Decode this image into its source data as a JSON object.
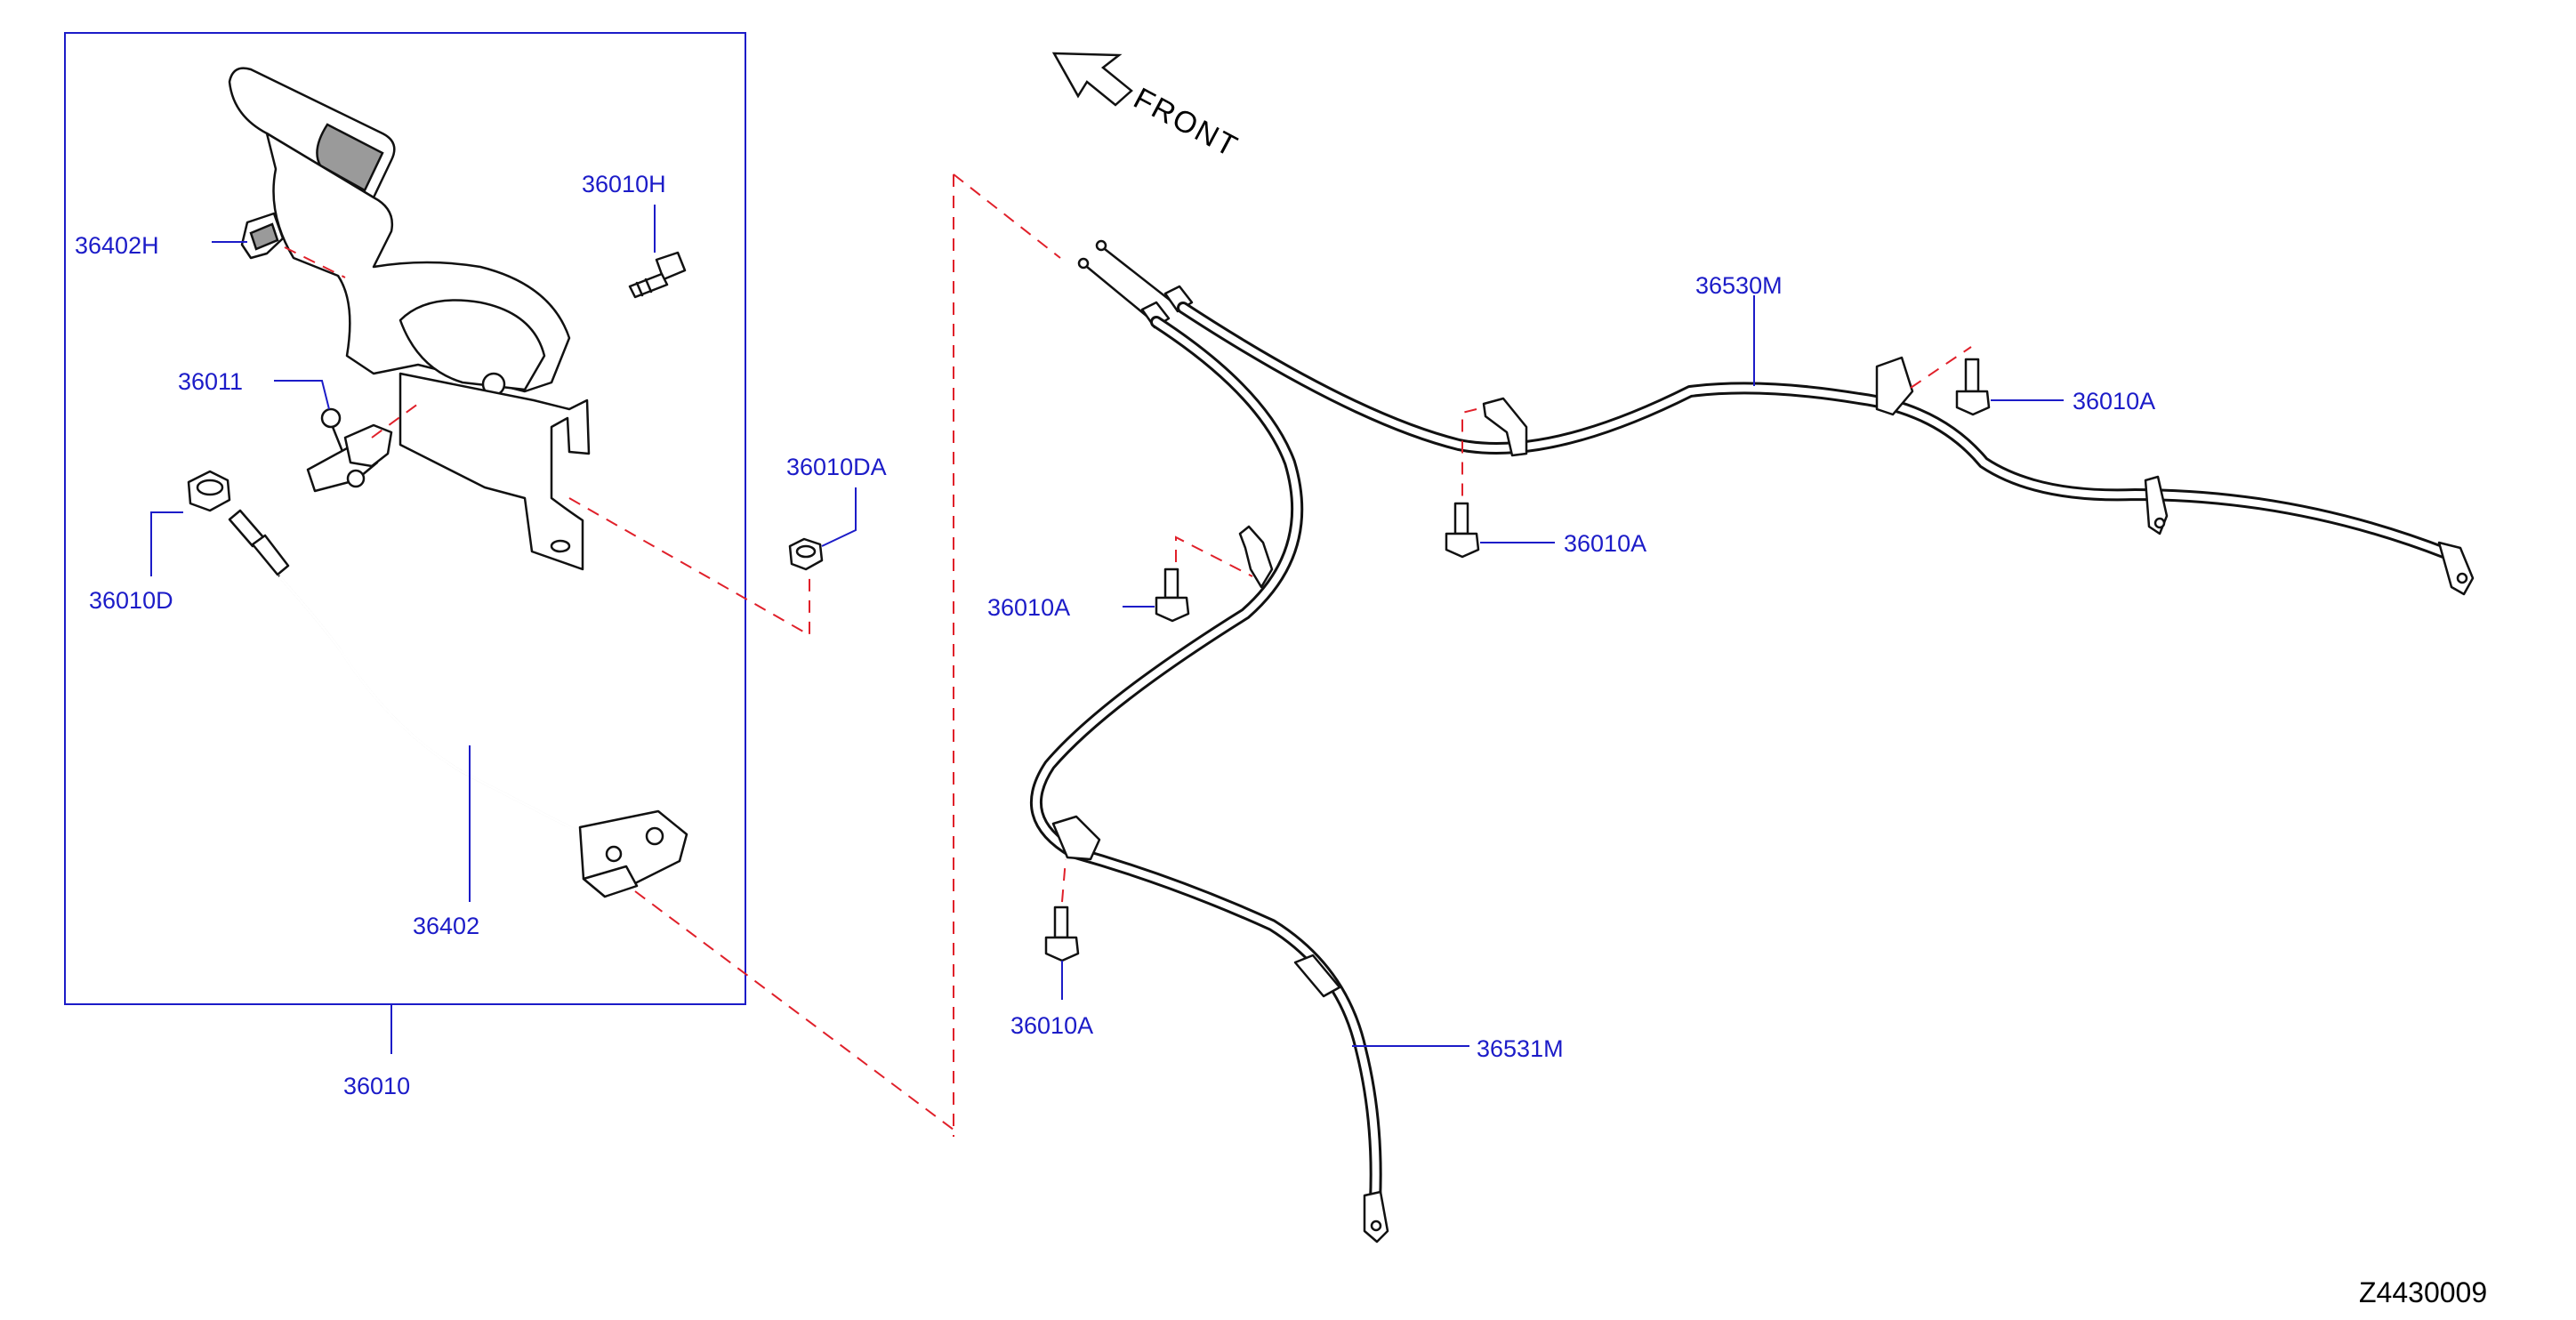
{
  "front_label": "FRONT",
  "drawing_code": "Z4430009",
  "callouts": {
    "lever_cover": "36402H",
    "bolt_h": "36010H",
    "adjuster": "36011",
    "nut_d": "36010D",
    "nut_da": "36010DA",
    "front_cable": "36402",
    "lever_assembly": "36010",
    "rear_cable_rh": "36530M",
    "rear_cable_lh": "36531M",
    "bolt_a_right": "36010A",
    "bolt_a_mid": "36010A",
    "bolt_a_left": "36010A",
    "bolt_a_bottom": "36010A"
  },
  "colors": {
    "callout_text": "#1c1cc8",
    "leader_line": "#1c1cc8",
    "phantom_line": "#e0202a",
    "part_outline": "#111111",
    "frame": "#1c1cc8"
  }
}
